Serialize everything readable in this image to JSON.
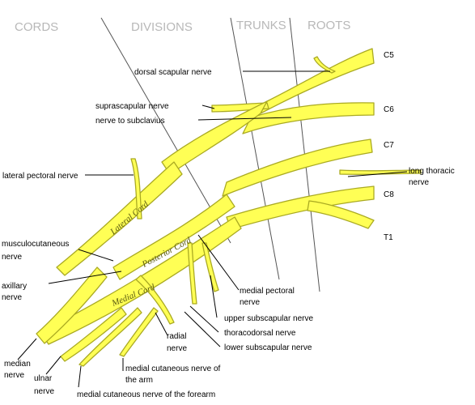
{
  "headers": {
    "cords": "CORDS",
    "divisions": "DIVISIONS",
    "trunks": "TRUNKS",
    "roots": "ROOTS"
  },
  "roots": {
    "c5": "C5",
    "c6": "C6",
    "c7": "C7",
    "c8": "C8",
    "t1": "T1"
  },
  "cords": {
    "lateral": "Lateral Cord",
    "posterior": "Posterior Cord",
    "medial": "Medial Cord"
  },
  "nerves": {
    "dorsal_scapular": "dorsal scapular nerve",
    "suprascapular": "suprascapular nerve",
    "to_subclavius": "nerve to subclavius",
    "lateral_pectoral": "lateral pectoral nerve",
    "long_thoracic_1": "long thoracic",
    "long_thoracic_2": "nerve",
    "musculocutaneous_1": "musculocutaneous",
    "musculocutaneous_2": "nerve",
    "axillary_1": "axillary",
    "axillary_2": "nerve",
    "medial_pectoral_1": "medial pectoral",
    "medial_pectoral_2": "nerve",
    "upper_subscapular": "upper subscapular nerve",
    "thoracodorsal": "thoracodorsal nerve",
    "lower_subscapular": "lower subscapular nerve",
    "radial_1": "radial",
    "radial_2": "nerve",
    "median_1": "median",
    "median_2": "nerve",
    "ulnar_1": "ulnar",
    "ulnar_2": "nerve",
    "med_cut_arm_1": "medial cutaneous nerve of",
    "med_cut_arm_2": "the arm",
    "med_cut_forearm": "medial cutaneous nerve of the forearm"
  },
  "colors": {
    "nerve_fill": "#ffff55",
    "nerve_outline": "#aaaa22",
    "header_text": "#b8b8b8"
  }
}
